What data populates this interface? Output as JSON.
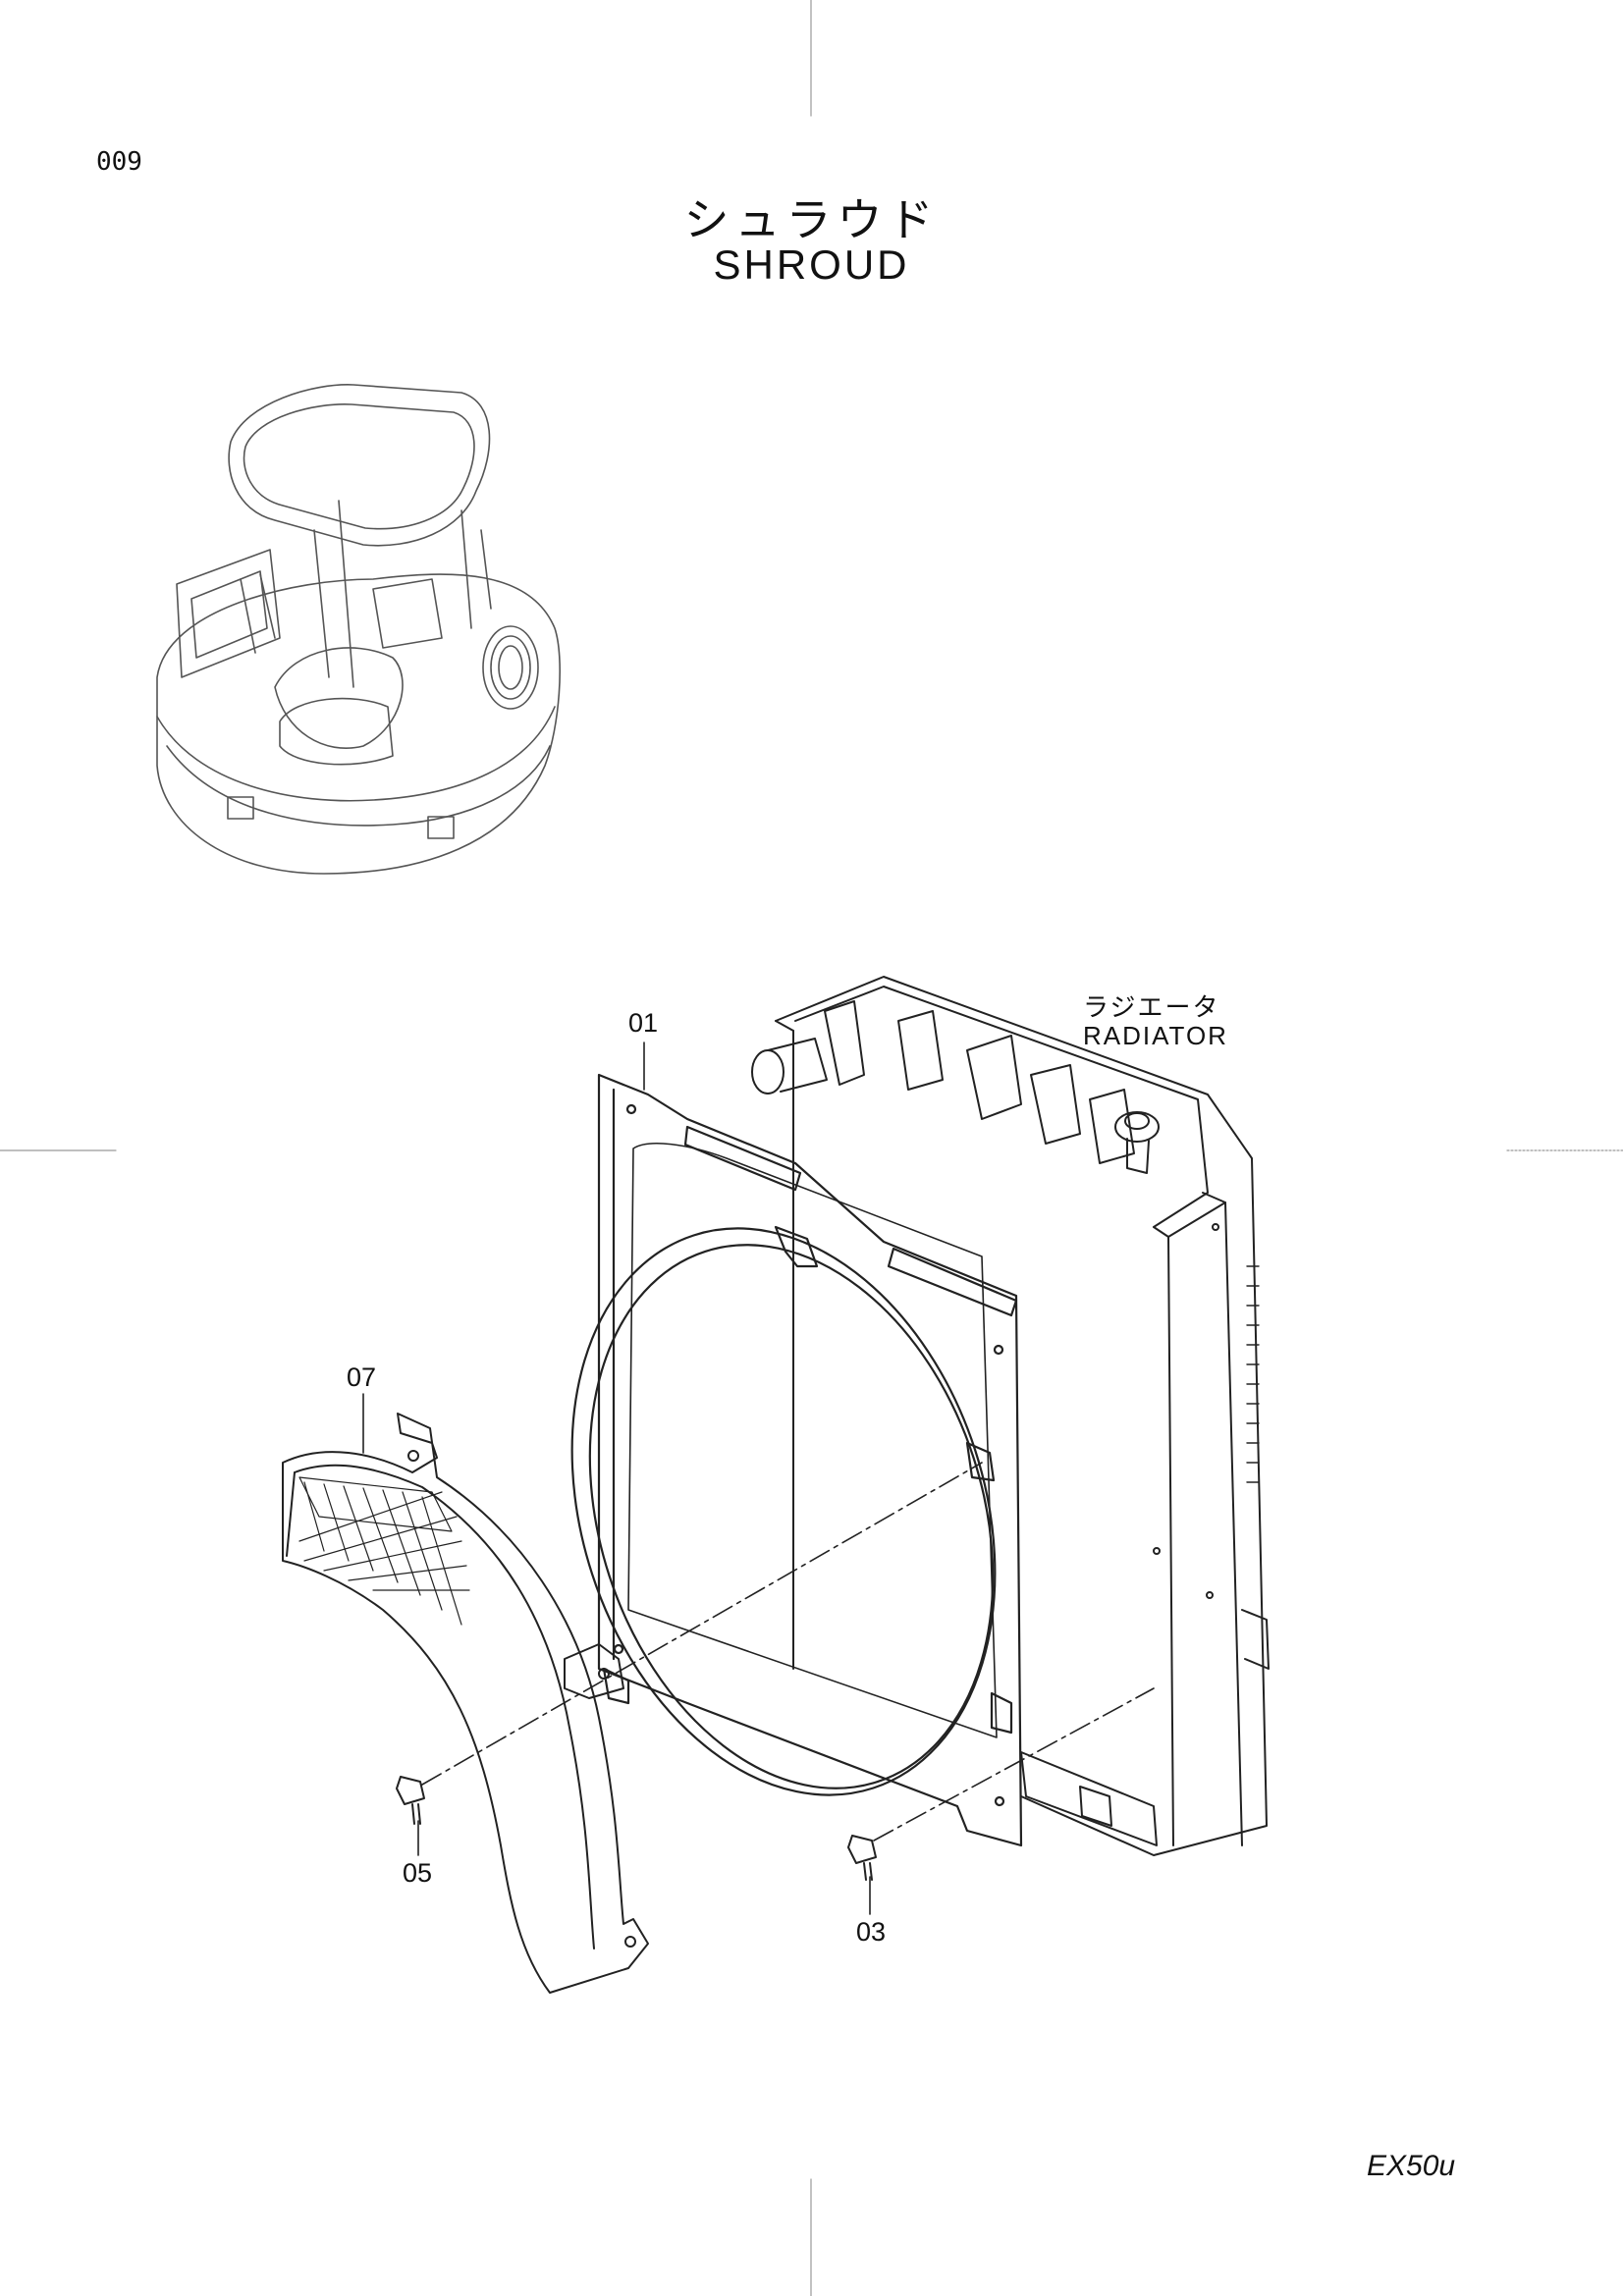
{
  "page": {
    "number": "009",
    "title_jp": "シュラウド",
    "title_en": "SHROUD",
    "model": "EX50u"
  },
  "labels": {
    "radiator_jp": "ラジエータ",
    "radiator_en": "RADIATOR"
  },
  "callouts": [
    {
      "id": "01"
    },
    {
      "id": "07"
    },
    {
      "id": "05"
    },
    {
      "id": "03"
    }
  ]
}
